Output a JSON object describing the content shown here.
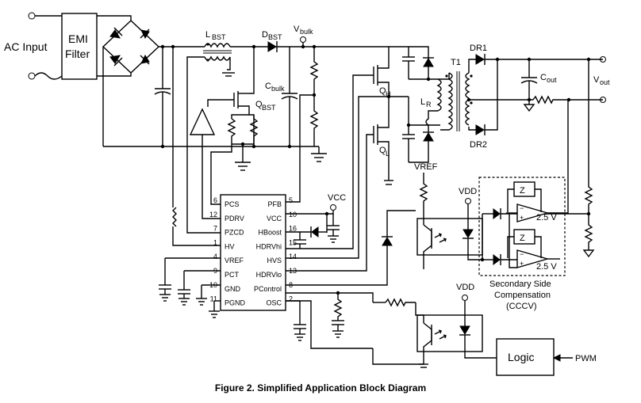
{
  "caption": "Figure 2. Simplified Application Block Diagram",
  "labels": {
    "ac_input": "AC Input",
    "emi_1": "EMI",
    "emi_2": "Filter",
    "lbst": "L",
    "lbst_sub": "BST",
    "dbst": "D",
    "dbst_sub": "BST",
    "vbulk": "V",
    "vbulk_sub": "bulk",
    "cbulk": "C",
    "cbulk_sub": "bulk",
    "qbst": "Q",
    "qbst_sub": "BST",
    "qh": "Q",
    "qh_sub": "H",
    "ql": "Q",
    "ql_sub": "L",
    "lr": "L",
    "lr_sub": "R",
    "t1": "T1",
    "dr1": "DR1",
    "dr2": "DR2",
    "cout": "C",
    "cout_sub": "out",
    "vout": "V",
    "vout_sub": "out",
    "vref": "VREF",
    "vdd_top": "VDD",
    "vdd_bottom": "VDD",
    "vcc": "VCC",
    "z": "Z",
    "ref_voltage": "2.5 V",
    "secondary_1": "Secondary Side",
    "secondary_2": "Compensation",
    "secondary_3": "(CCCV)",
    "logic": "Logic",
    "pwm": "PWM"
  },
  "ic": {
    "left_pins": [
      {
        "num": "6",
        "name": "PCS"
      },
      {
        "num": "12",
        "name": "PDRV"
      },
      {
        "num": "7",
        "name": "PZCD"
      },
      {
        "num": "1",
        "name": "HV"
      },
      {
        "num": "4",
        "name": "VREF"
      },
      {
        "num": "9",
        "name": "PCT"
      },
      {
        "num": "10",
        "name": "GND"
      },
      {
        "num": "11",
        "name": "PGND"
      }
    ],
    "right_pins": [
      {
        "num": "5",
        "name": "PFB"
      },
      {
        "num": "10",
        "name": "VCC"
      },
      {
        "num": "16",
        "name": "HBoost"
      },
      {
        "num": "15",
        "name": "HDRVhi"
      },
      {
        "num": "14",
        "name": "HVS"
      },
      {
        "num": "13",
        "name": "HDRVlo"
      },
      {
        "num": "8",
        "name": "PControl"
      },
      {
        "num": "2",
        "name": "OSC"
      }
    ]
  }
}
